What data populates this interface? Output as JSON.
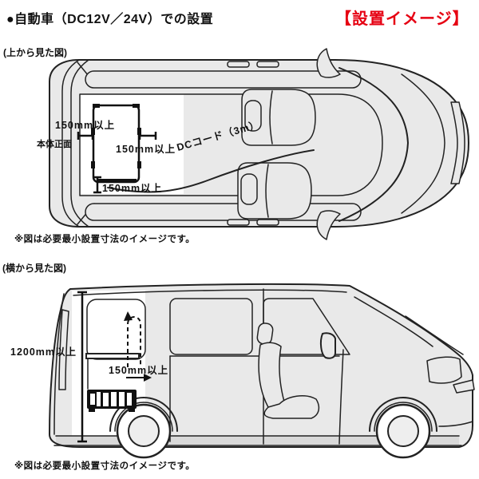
{
  "header": {
    "title": "●自動車（DC12V／24V）での設置",
    "badge": "【設置イメージ】"
  },
  "top_view": {
    "caption": "(上から見た図)",
    "clearance_top": "150mm以上",
    "unit_front": "本体正面",
    "clearance_right": "150mm以上",
    "clearance_bottom": "150mm以上",
    "dc_cord": "DCコード（3m）",
    "note": "※図は必要最小設置寸法のイメージです。"
  },
  "side_view": {
    "caption": "(横から見た図)",
    "clearance_height": "1200mm以上",
    "clearance_side": "150mm以上",
    "note": "※図は必要最小設置寸法のイメージです。"
  },
  "colors": {
    "badge_red": "#e60012",
    "car_body": "#e9e9e9",
    "outline": "#222222",
    "highlight_zone": "#ffffff"
  }
}
